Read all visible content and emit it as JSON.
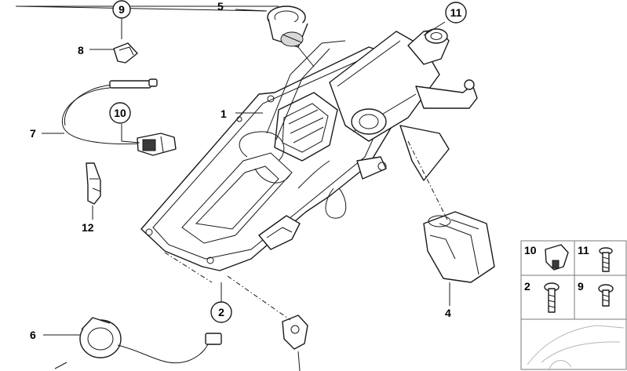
{
  "callouts": {
    "p1": "1",
    "p2": "2",
    "p4": "4",
    "p5": "5",
    "p6": "6",
    "p7": "7",
    "p8": "8",
    "p9": "9",
    "p10": "10",
    "p11": "11",
    "p12": "12"
  },
  "legend": {
    "c10": "10",
    "c11": "11",
    "c2": "2",
    "c9": "9"
  }
}
